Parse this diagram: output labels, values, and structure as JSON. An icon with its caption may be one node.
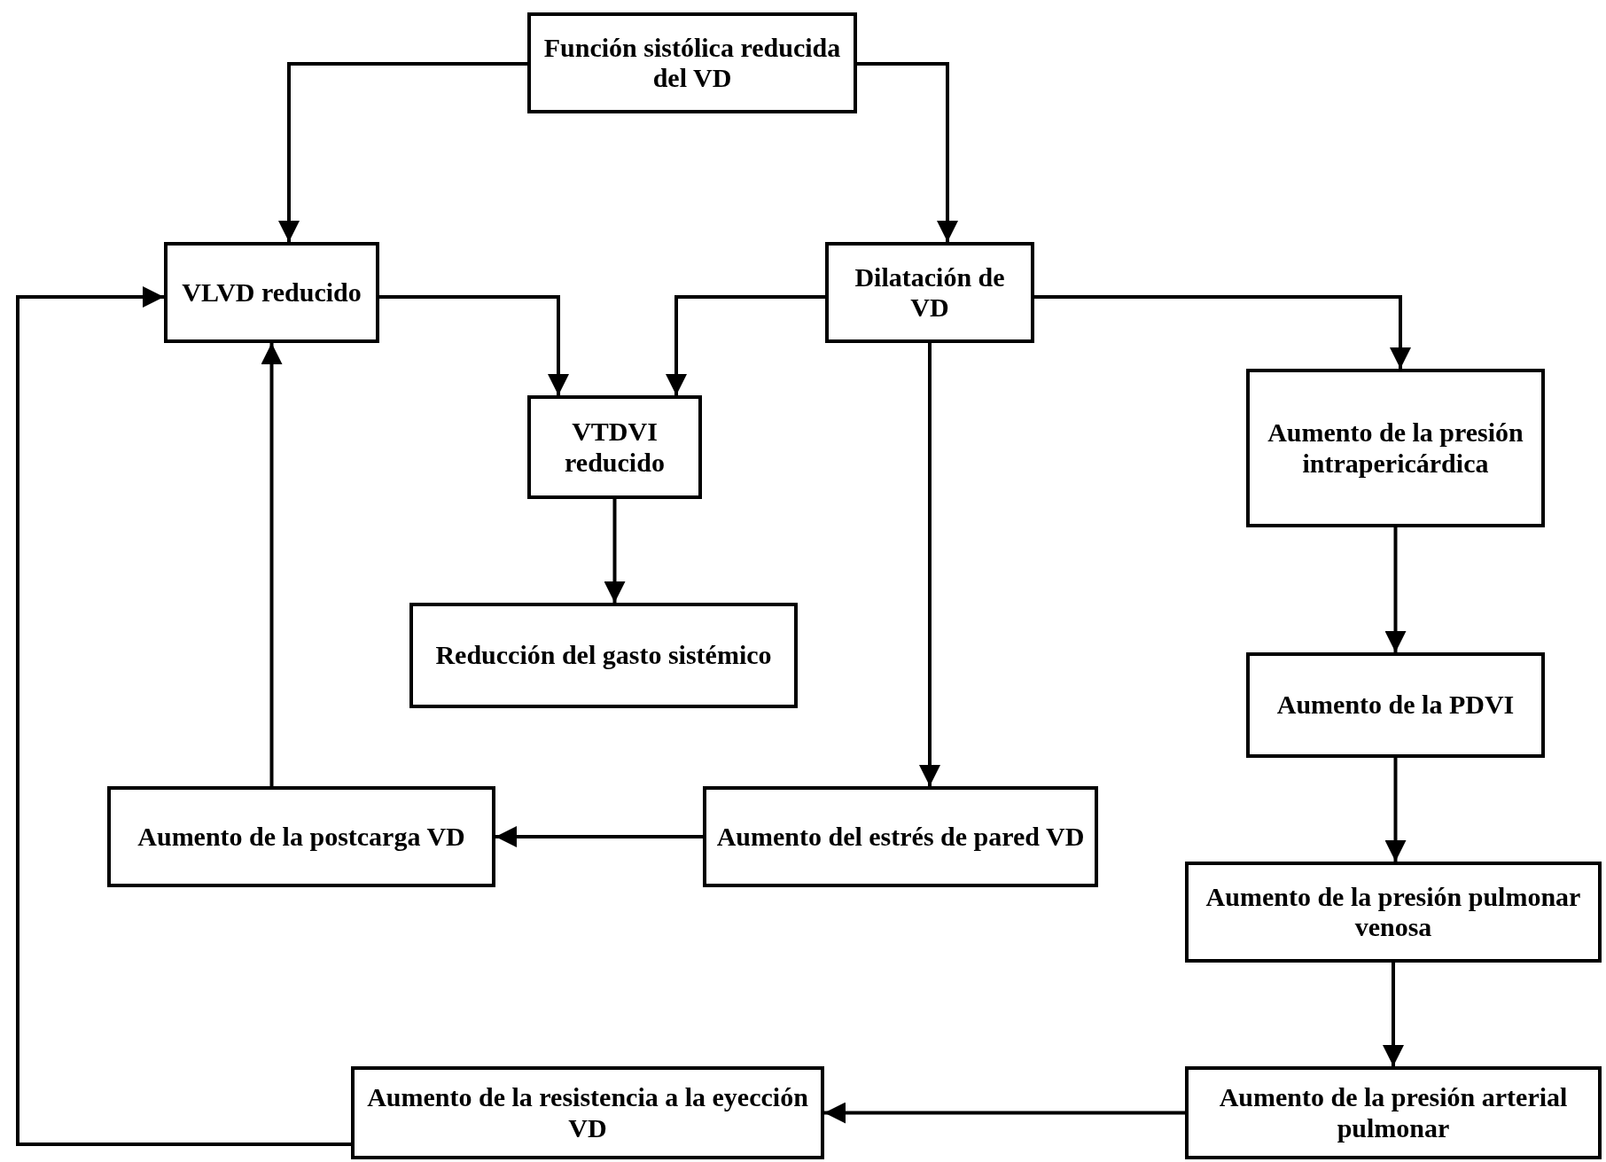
{
  "diagram": {
    "nodes": [
      {
        "text": [
          "Función sistólica reducida del VD"
        ]
      },
      {
        "text": [
          "VLVD reducido"
        ]
      },
      {
        "text": [
          "Dilatación de VD"
        ]
      },
      {
        "text": [
          "VTDVI reducido"
        ]
      },
      {
        "text": [
          "Aumento de la presión intrapericárdica"
        ]
      },
      {
        "text": [
          "Reducción del gasto sistémico"
        ]
      },
      {
        "text": [
          "Aumento de la PDVI"
        ]
      },
      {
        "text": [
          "Aumento de la postcarga VD"
        ]
      },
      {
        "text": [
          "Aumento del estrés de pared VD"
        ]
      },
      {
        "text": [
          "Aumento de la presión pulmonar venosa"
        ]
      },
      {
        "text": [
          "Aumento de la resistencia a la eyección VD"
        ]
      },
      {
        "text": [
          "Aumento de la presión arterial pulmonar"
        ]
      }
    ],
    "edges": [
      {
        "from": 0,
        "to": 1,
        "arrow": "to"
      },
      {
        "from": 0,
        "to": 2,
        "arrow": "to"
      },
      {
        "from": 1,
        "to": 3,
        "arrow": "to"
      },
      {
        "from": 2,
        "to": 3,
        "arrow": "to"
      },
      {
        "from": 2,
        "to": 4,
        "arrow": "to"
      },
      {
        "from": 2,
        "to": 8,
        "arrow": "to"
      },
      {
        "from": 3,
        "to": 5,
        "arrow": "to"
      },
      {
        "from": 4,
        "to": 6,
        "arrow": "to"
      },
      {
        "from": 6,
        "to": 9,
        "arrow": "to"
      },
      {
        "from": 9,
        "to": 11,
        "arrow": "to"
      },
      {
        "from": 8,
        "to": 7,
        "arrow": "to"
      },
      {
        "from": 7,
        "to": 1,
        "arrow": "to"
      },
      {
        "from": 11,
        "to": 10,
        "arrow": "to"
      },
      {
        "from": 10,
        "to": 1,
        "arrow": "to"
      }
    ]
  }
}
